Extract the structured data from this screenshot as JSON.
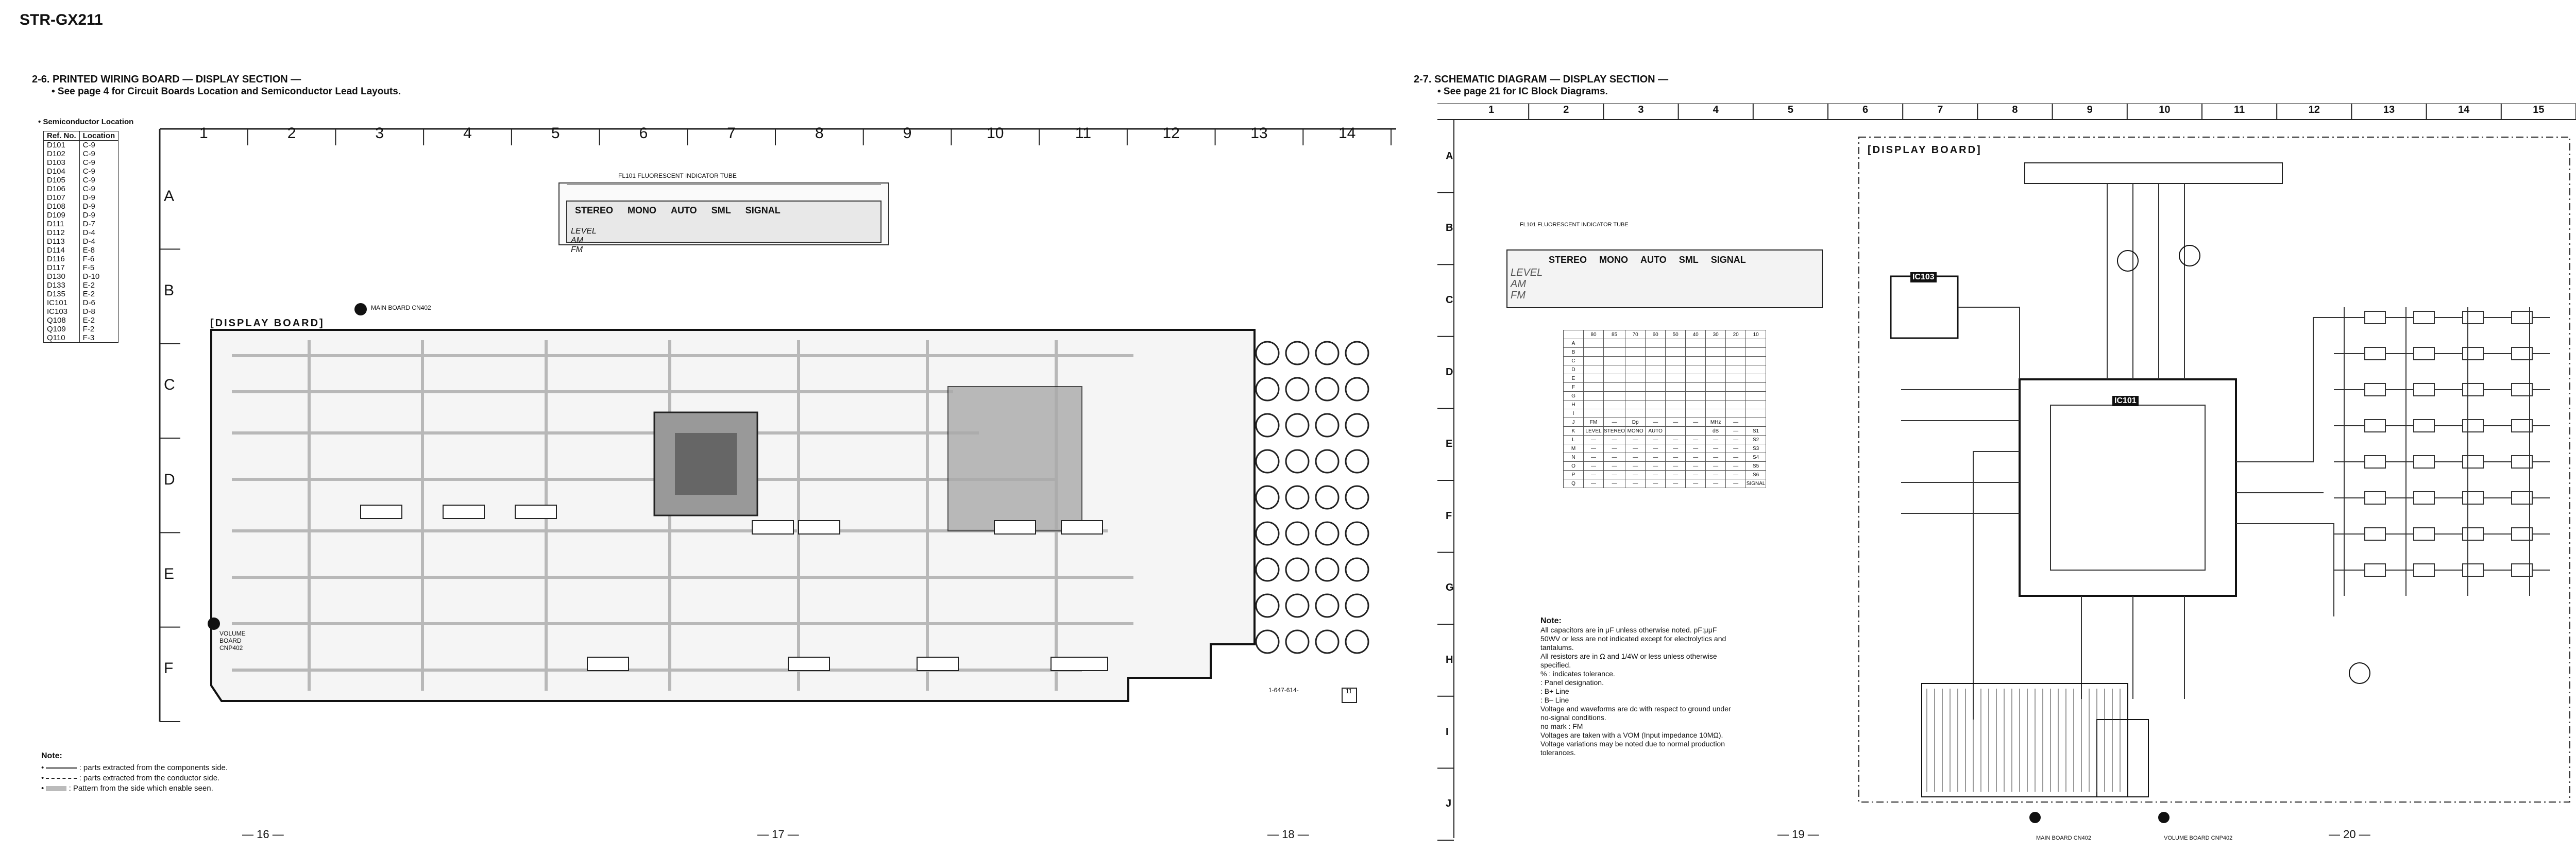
{
  "model": "STR-GX211",
  "left": {
    "section_number": "2-6.",
    "section_title": "PRINTED WIRING BOARD — DISPLAY SECTION —",
    "section_sub": "• See page 4 for Circuit Boards Location and Semiconductor Lead Layouts.",
    "semiconductor_heading": "• Semiconductor Location",
    "semiconductor_table": {
      "headers": [
        "Ref. No.",
        "Location"
      ],
      "rows": [
        [
          "D101",
          "C-9"
        ],
        [
          "D102",
          "C-9"
        ],
        [
          "D103",
          "C-9"
        ],
        [
          "D104",
          "C-9"
        ],
        [
          "D105",
          "C-9"
        ],
        [
          "D106",
          "C-9"
        ],
        [
          "D107",
          "D-9"
        ],
        [
          "D108",
          "D-9"
        ],
        [
          "D109",
          "D-9"
        ],
        [
          "D111",
          "D-7"
        ],
        [
          "D112",
          "D-4"
        ],
        [
          "D113",
          "D-4"
        ],
        [
          "D114",
          "E-8"
        ],
        [
          "D116",
          "F-6"
        ],
        [
          "D117",
          "F-5"
        ],
        [
          "D130",
          "D-10"
        ],
        [
          "D133",
          "E-2"
        ],
        [
          "D135",
          "E-2"
        ],
        [
          "",
          ""
        ],
        [
          "IC101",
          "D-6"
        ],
        [
          "IC103",
          "D-8"
        ],
        [
          "",
          ""
        ],
        [
          "Q108",
          "E-2"
        ],
        [
          "Q109",
          "F-2"
        ],
        [
          "Q110",
          "F-3"
        ]
      ]
    },
    "columns": [
      "1",
      "2",
      "3",
      "4",
      "5",
      "6",
      "7",
      "8",
      "9",
      "10",
      "11",
      "12",
      "13",
      "14"
    ],
    "rows": [
      "A",
      "B",
      "C",
      "D",
      "E",
      "F"
    ],
    "board_label": "[DISPLAY BOARD]",
    "connector_a": "MAIN BOARD CN402",
    "connector_b": "VOLUME BOARD CNP402",
    "tube_label": "FL101 FLUORESCENT INDICATOR TUBE",
    "tube_words": [
      "STEREO",
      "MONO",
      "AUTO",
      "SML",
      "SIGNAL"
    ],
    "tube_bands": [
      "LEVEL",
      "AM",
      "FM"
    ],
    "pcb_ref": "1-647-614-",
    "pcb_ref_suffix": "11",
    "note_title": "Note:",
    "notes": [
      ": parts extracted from the components side.",
      ": parts extracted from the conductor side.",
      ": Pattern from the side which enable seen."
    ],
    "page_numbers": [
      "— 16 —",
      "— 17 —",
      "— 18 —"
    ]
  },
  "right": {
    "section_number": "2-7.",
    "section_title": "SCHEMATIC DIAGRAM — DISPLAY SECTION —",
    "section_sub": "• See page 21 for IC Block Diagrams.",
    "columns": [
      "1",
      "2",
      "3",
      "4",
      "5",
      "6",
      "7",
      "8",
      "9",
      "10",
      "11",
      "12",
      "13",
      "14",
      "15"
    ],
    "rows": [
      "A",
      "B",
      "C",
      "D",
      "E",
      "F",
      "G",
      "H",
      "I",
      "J"
    ],
    "board_label": "[DISPLAY BOARD]",
    "ic_labels": [
      "IC103",
      "IC101"
    ],
    "tube_label": "FL101 FLUORESCENT INDICATOR TUBE",
    "tube_words": [
      "STEREO",
      "MONO",
      "AUTO",
      "SML",
      "SIGNAL"
    ],
    "tube_bands": [
      "LEVEL",
      "AM",
      "FM"
    ],
    "seg_table": {
      "header": [
        "",
        "80",
        "85",
        "70",
        "60",
        "50",
        "40",
        "30",
        "20",
        "10"
      ],
      "rows": [
        [
          "A",
          "",
          "",
          "",
          "",
          "",
          "",
          "",
          "",
          ""
        ],
        [
          "B",
          "",
          "",
          "",
          "",
          "",
          "",
          "",
          "",
          ""
        ],
        [
          "C",
          "",
          "",
          "",
          "",
          "",
          "",
          "",
          "",
          ""
        ],
        [
          "D",
          "",
          "",
          "",
          "",
          "",
          "",
          "",
          "",
          ""
        ],
        [
          "E",
          "",
          "",
          "",
          "",
          "",
          "",
          "",
          "",
          ""
        ],
        [
          "F",
          "",
          "",
          "",
          "",
          "",
          "",
          "",
          "",
          ""
        ],
        [
          "G",
          "",
          "",
          "",
          "",
          "",
          "",
          "",
          "",
          ""
        ],
        [
          "H",
          "",
          "",
          "",
          "",
          "",
          "",
          "",
          "",
          ""
        ],
        [
          "I",
          "",
          "",
          "",
          "",
          "",
          "",
          "",
          "",
          ""
        ],
        [
          "J",
          "FM",
          "—",
          "Dp",
          "—",
          "—",
          "—",
          "MHz",
          "—",
          ""
        ],
        [
          "K",
          "LEVEL",
          "STEREO",
          "MONO",
          "AUTO",
          "",
          "",
          "dB",
          "—",
          "S1"
        ],
        [
          "L",
          "—",
          "—",
          "—",
          "—",
          "—",
          "—",
          "—",
          "—",
          "S2"
        ],
        [
          "M",
          "—",
          "—",
          "—",
          "—",
          "—",
          "—",
          "—",
          "—",
          "S3"
        ],
        [
          "N",
          "—",
          "—",
          "—",
          "—",
          "—",
          "—",
          "—",
          "—",
          "S4"
        ],
        [
          "O",
          "—",
          "—",
          "—",
          "—",
          "—",
          "—",
          "—",
          "—",
          "S5"
        ],
        [
          "P",
          "—",
          "—",
          "—",
          "—",
          "—",
          "—",
          "—",
          "—",
          "S6"
        ],
        [
          "Q",
          "—",
          "—",
          "—",
          "—",
          "—",
          "—",
          "—",
          "—",
          "SIGNAL"
        ]
      ]
    },
    "note_title": "Note:",
    "notes": [
      "All capacitors are in μF unless otherwise noted. pF:μμF",
      "50WV or less are not indicated except for electrolytics and",
      "tantalums.",
      "All resistors are in Ω and 1/4W or less unless otherwise",
      "specified.",
      "% : indicates tolerance.",
      ": Panel designation.",
      ": B+ Line",
      ": B– Line",
      "Voltage and waveforms are dc with respect to ground under",
      "no-signal conditions.",
      "no mark : FM",
      "Voltages are taken with a VOM (Input impedance 10MΩ).",
      "Voltage variations may be noted due to normal production",
      "tolerances."
    ],
    "connector_a": "MAIN BOARD CN402",
    "connector_b": "VOLUME BOARD CNP402",
    "page_numbers": [
      "— 19 —",
      "— 20 —"
    ]
  }
}
